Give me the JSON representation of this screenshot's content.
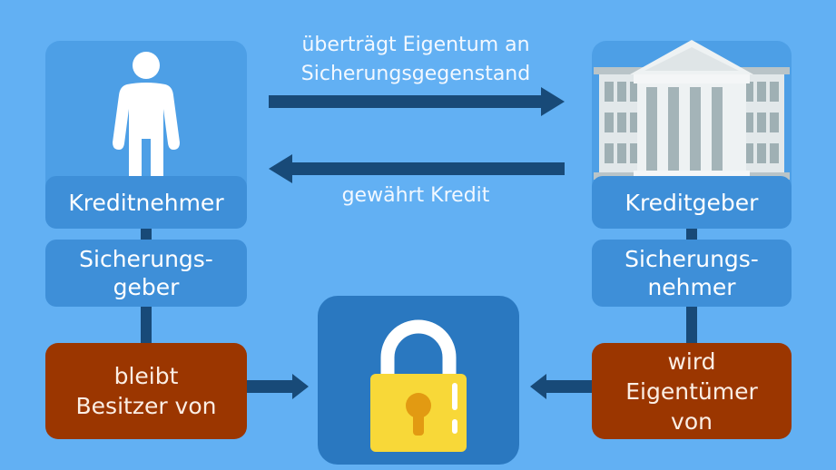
{
  "colors": {
    "background": "#62b0f3",
    "card": "#4d9fe6",
    "label": "#3e8fd8",
    "owner_box": "#9b3600",
    "arrow": "#184a78",
    "lock_box": "#2a78c0",
    "lock_body": "#f8d838"
  },
  "borrower": {
    "icon": "person-icon",
    "title": "Kreditnehmer",
    "role_line1": "Sicherungs-",
    "role_line2": "geber",
    "status_line1": "bleibt",
    "status_line2": "Besitzer von"
  },
  "lender": {
    "icon": "bank-building-icon",
    "title": "Kreditgeber",
    "role_line1": "Sicherungs-",
    "role_line2": "nehmer",
    "status_line1": "wird",
    "status_line2": "Eigentümer",
    "status_line3": "von"
  },
  "arrows": {
    "top_line1": "überträgt Eigentum an",
    "top_line2": "Sicherungsgegenstand",
    "bottom": "gewährt Kredit"
  },
  "center": {
    "icon": "padlock-icon"
  }
}
